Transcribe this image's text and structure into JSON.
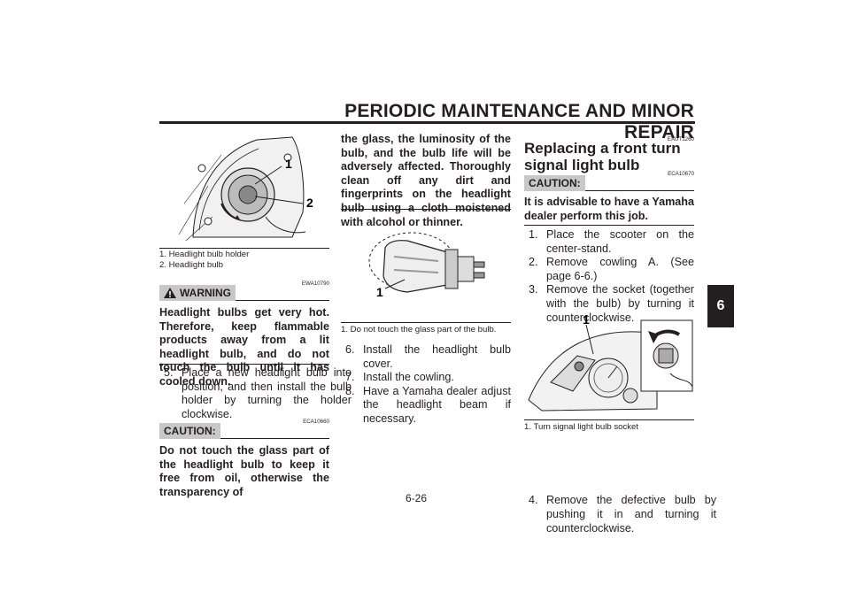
{
  "header": {
    "title": "PERIODIC MAINTENANCE AND MINOR REPAIR"
  },
  "tab": {
    "chapter": "6"
  },
  "col1": {
    "fig_callouts": [
      "1",
      "2"
    ],
    "captions": [
      "1. Headlight bulb holder",
      "2. Headlight bulb"
    ],
    "warning_code": "EWA10790",
    "warning_label": "WARNING",
    "warning_text": "Headlight bulbs get very hot. Therefore, keep flammable products away from a lit headlight bulb, and do not touch the bulb until it has cooled down.",
    "step5_num": "5.",
    "step5_text": "Place a new headlight bulb into position, and then install the bulb holder by turning the holder clockwise.",
    "caution_code": "ECA10660",
    "caution_label": "CAUTION:",
    "caution_text": "Do not touch the glass part of the headlight bulb to keep it free from oil, otherwise the transparency of"
  },
  "col2": {
    "caution_cont": "the glass, the luminosity of the bulb, and the bulb life will be adversely affected. Thoroughly clean off any dirt and fingerprints on the headlight bulb using a cloth moistened with alcohol or thinner.",
    "fig_callout": "1",
    "caption": "1. Do not touch the glass part of the bulb.",
    "steps": [
      {
        "num": "6.",
        "text": "Install the headlight bulb cover."
      },
      {
        "num": "7.",
        "text": "Install the cowling."
      },
      {
        "num": "8.",
        "text": "Have a Yamaha dealer adjust the headlight beam if necessary."
      }
    ]
  },
  "col3": {
    "section_code": "EAUT1260",
    "heading": "Replacing a front turn signal light bulb",
    "caution_code": "ECA10670",
    "caution_label": "CAUTION:",
    "caution_text": "It is advisable to have a Yamaha dealer perform this job.",
    "steps": [
      {
        "num": "1.",
        "text": "Place the scooter on the center-stand."
      },
      {
        "num": "2.",
        "text": "Remove cowling A. (See page 6-6.)"
      },
      {
        "num": "3.",
        "text": "Remove the socket (together with the bulb) by turning it counterclockwise."
      }
    ],
    "fig_callout": "1",
    "caption": "1. Turn signal light bulb socket",
    "step4_num": "4.",
    "step4_text": "Remove the defective bulb by pushing it in and turning it counterclockwise."
  },
  "footer": {
    "page": "6-26"
  }
}
